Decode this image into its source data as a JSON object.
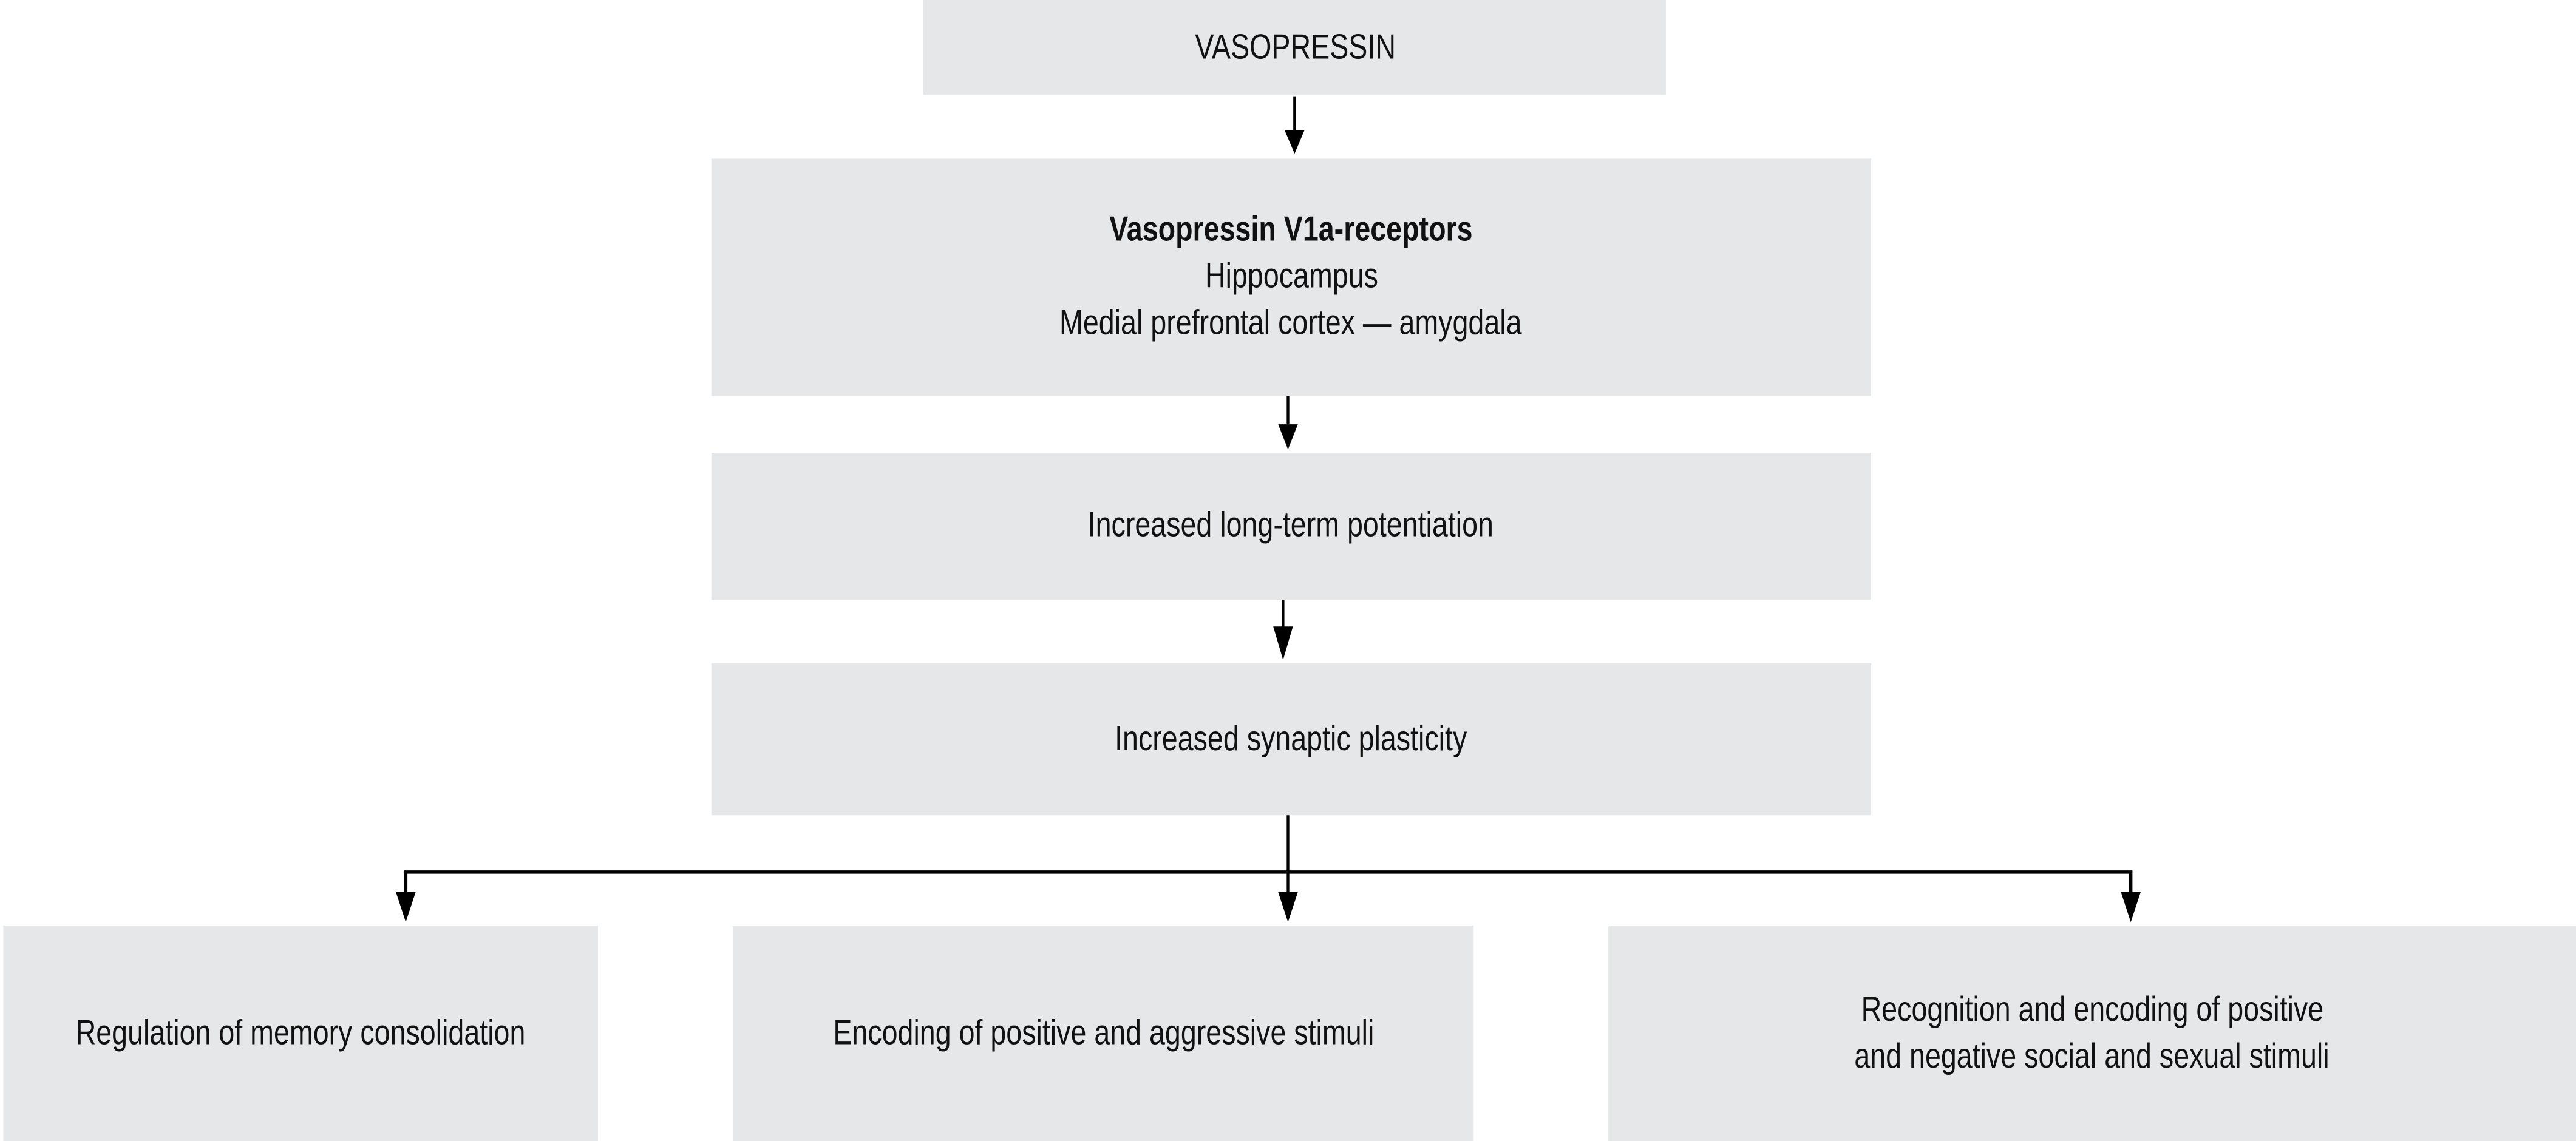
{
  "diagram": {
    "nodes": {
      "vasopressin": {
        "lines": [
          "VASOPRESSIN"
        ]
      },
      "receptors": {
        "title": "Vasopressin V1a-receptors",
        "lines": [
          "Hippocampus",
          "Medial prefrontal cortex — amygdala"
        ]
      },
      "ltp": {
        "lines": [
          "Increased long-term potentiation"
        ]
      },
      "plasticity": {
        "lines": [
          "Increased synaptic plasticity"
        ]
      },
      "memory": {
        "lines": [
          "Regulation of memory consolidation"
        ]
      },
      "encoding": {
        "lines": [
          "Encoding of positive and aggressive stimuli"
        ]
      },
      "recognition": {
        "lines": [
          "Recognition and encoding of positive",
          "and negative social and sexual stimuli"
        ]
      }
    },
    "edges": [
      {
        "from": "vasopressin",
        "to": "receptors"
      },
      {
        "from": "receptors",
        "to": "ltp"
      },
      {
        "from": "ltp",
        "to": "plasticity"
      },
      {
        "from": "plasticity",
        "to": "memory"
      },
      {
        "from": "plasticity",
        "to": "encoding"
      },
      {
        "from": "plasticity",
        "to": "recognition"
      }
    ],
    "colors": {
      "box_fill": "#e6e7e9",
      "line": "#000000",
      "text": "#111111"
    }
  }
}
